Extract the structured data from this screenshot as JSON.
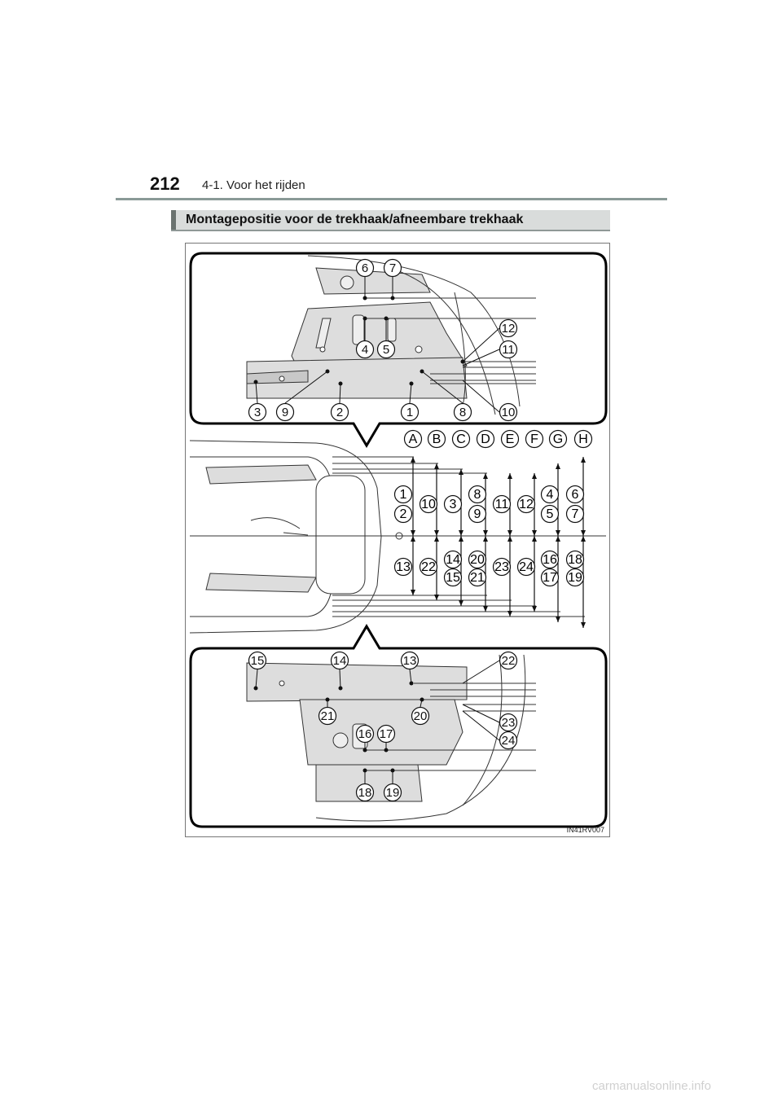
{
  "header": {
    "page_number": "212",
    "section": "4-1. Voor het rijden"
  },
  "heading": "Montagepositie voor de trekhaak/afneembare trekhaak",
  "figure": {
    "code": "IN41RV007",
    "top_callouts": [
      "6",
      "7",
      "12",
      "11",
      "4",
      "5",
      "3",
      "9",
      "2",
      "1",
      "8",
      "10"
    ],
    "columns": [
      "A",
      "B",
      "C",
      "D",
      "E",
      "F",
      "G",
      "H"
    ],
    "upper_refs": [
      [
        "1",
        "2"
      ],
      [
        "10"
      ],
      [
        "3"
      ],
      [
        "8",
        "9"
      ],
      [
        "11"
      ],
      [
        "12"
      ],
      [
        "4",
        "5"
      ],
      [
        "6",
        "7"
      ]
    ],
    "lower_refs": [
      [
        "13"
      ],
      [
        "22"
      ],
      [
        "14",
        "15"
      ],
      [
        "20",
        "21"
      ],
      [
        "23"
      ],
      [
        "24"
      ],
      [
        "16",
        "17"
      ],
      [
        "18",
        "19"
      ]
    ],
    "bottom_callouts": [
      "15",
      "14",
      "13",
      "22",
      "21",
      "20",
      "23",
      "16",
      "17",
      "24",
      "18",
      "19"
    ]
  },
  "watermark": "carmanualsonline.info"
}
